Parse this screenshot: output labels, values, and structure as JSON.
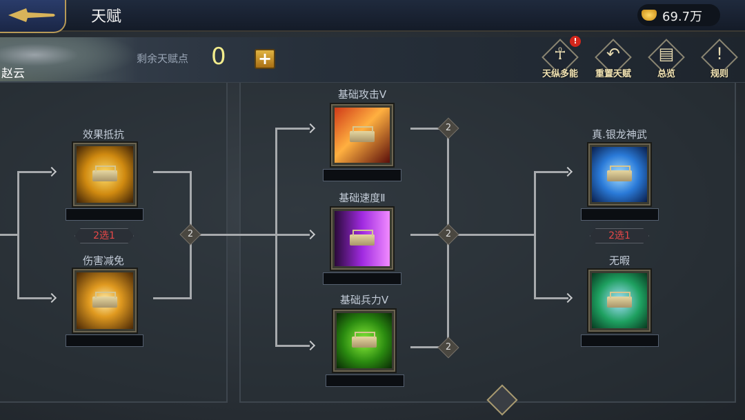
{
  "header": {
    "title": "天赋",
    "currency_icon": "gold-ingot-icon",
    "currency": "69.7万"
  },
  "hero": {
    "name": "赵云",
    "remaining_label": "剩余天赋点",
    "remaining_points": "0",
    "add_label": "+"
  },
  "toolbar": [
    {
      "label": "天纵多能",
      "icon": "muscle-figure-icon",
      "alert": "!"
    },
    {
      "label": "重置天赋",
      "icon": "reset-arrow-icon"
    },
    {
      "label": "总览",
      "icon": "overview-document-icon"
    },
    {
      "label": "规则",
      "icon": "exclamation-icon"
    }
  ],
  "tree": {
    "left": [
      {
        "label": "效果抵抗",
        "color": "#e0a020"
      },
      {
        "label": "伤害减免",
        "color": "#d08a1a"
      }
    ],
    "left_choice": "2选1",
    "middle": [
      {
        "label": "基础攻击Ⅴ",
        "color": "#c23a1a"
      },
      {
        "label": "基础速度Ⅱ",
        "color": "#9a2ad0"
      },
      {
        "label": "基础兵力Ⅴ",
        "color": "#3aa020"
      }
    ],
    "right": [
      {
        "label": "真.银龙神武",
        "color": "#2a7ad8"
      },
      {
        "label": "无暇",
        "color": "#1ea060"
      }
    ],
    "right_choice": "2选1",
    "requirement": "2"
  }
}
